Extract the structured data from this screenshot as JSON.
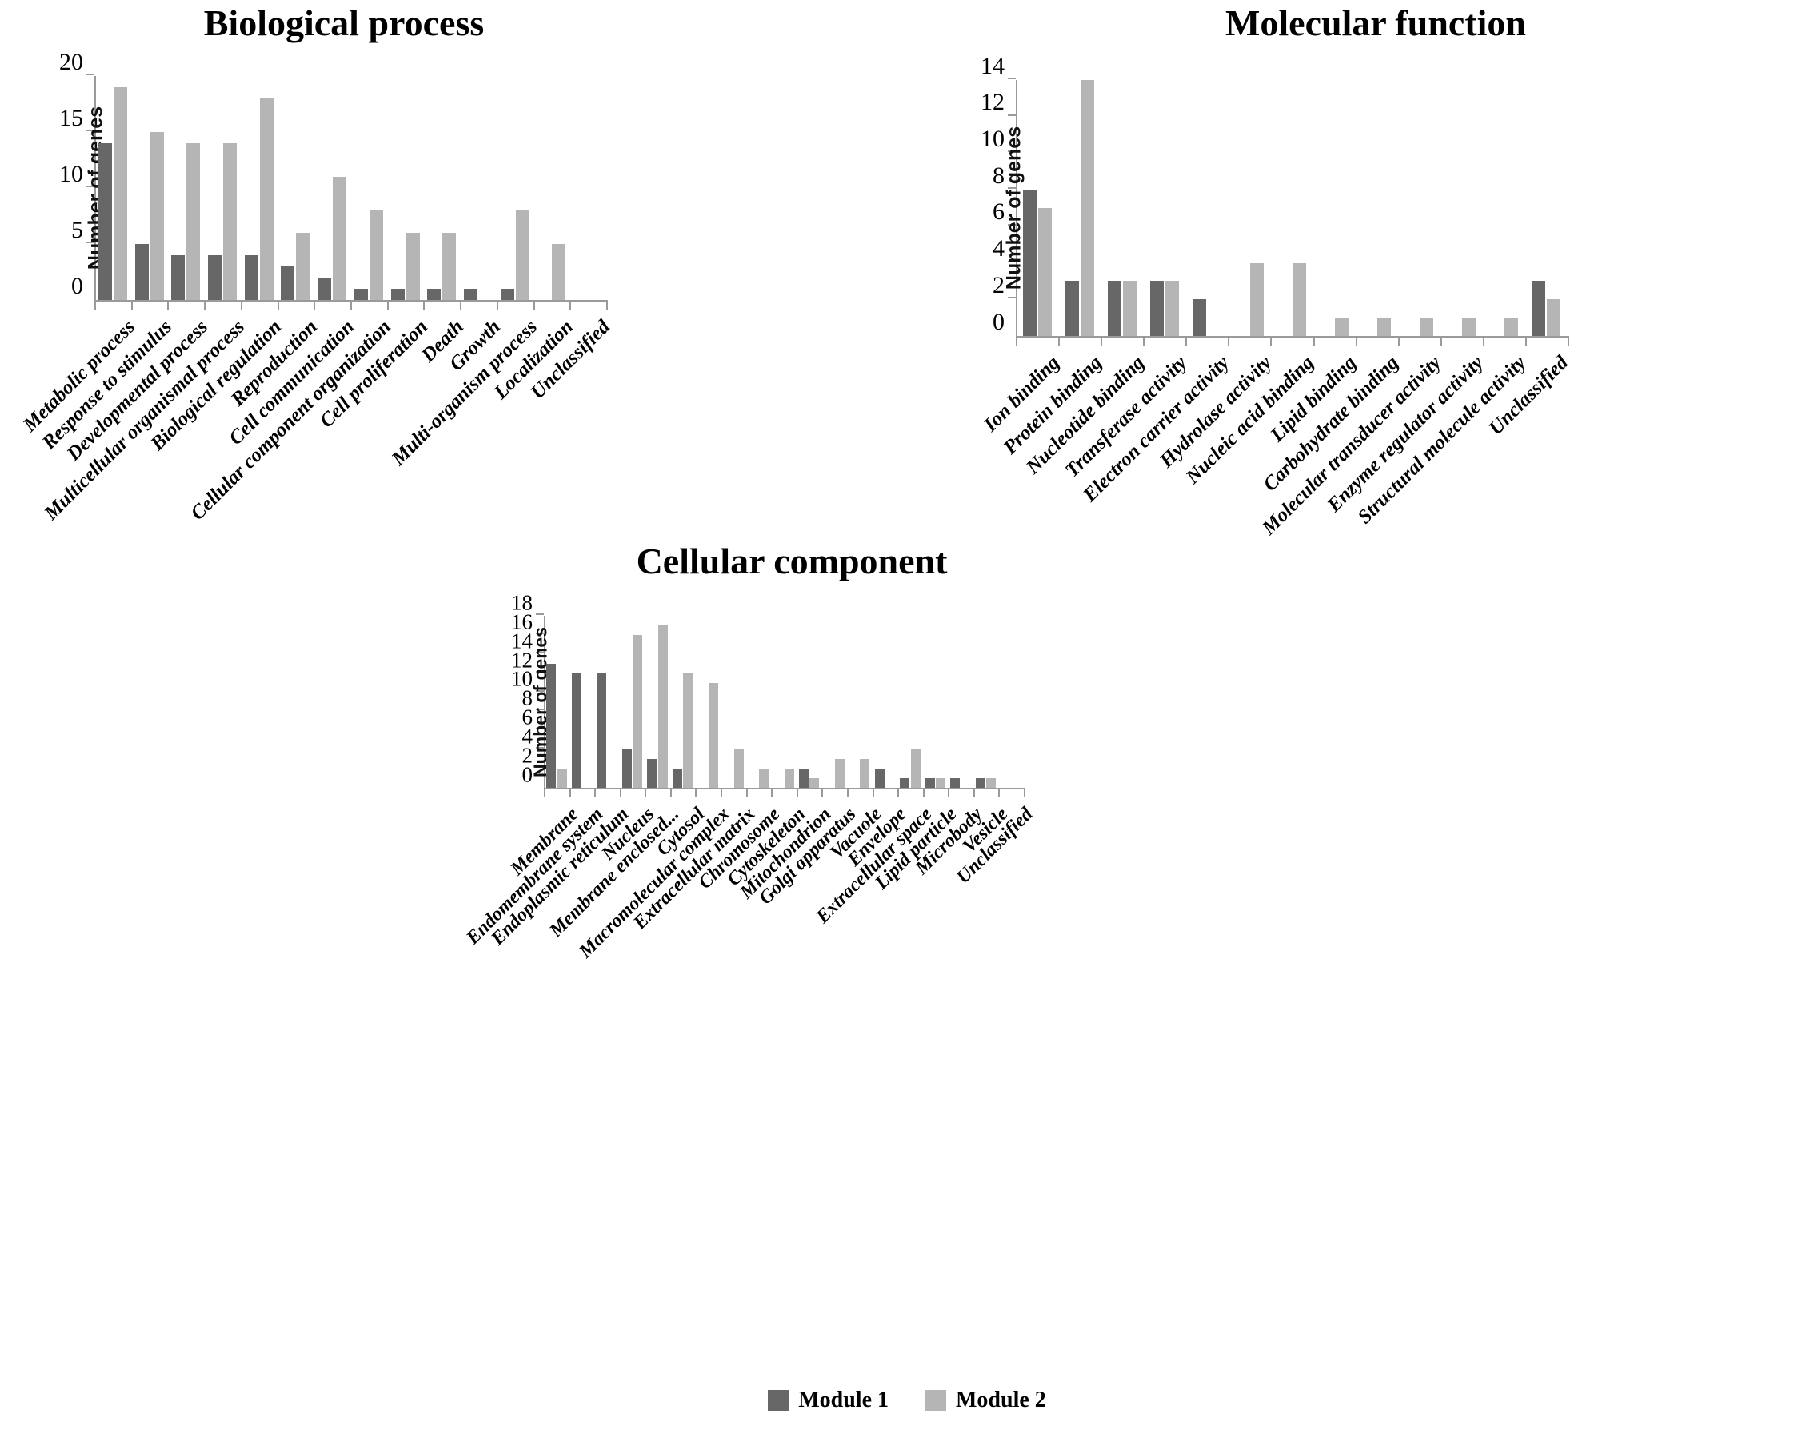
{
  "figure": {
    "legend": {
      "items": [
        {
          "label": "Module 1",
          "color": "#676767"
        },
        {
          "label": "Module 2",
          "color": "#b5b5b5"
        }
      ]
    }
  },
  "chart_data": [
    {
      "type": "bar",
      "title": "Biological process",
      "xlabel": "",
      "ylabel": "Number of genes",
      "ylim": [
        0,
        20
      ],
      "yticks": [
        0,
        5,
        10,
        15,
        20
      ],
      "grid": false,
      "legend_position": "bottom-figure",
      "categories": [
        "Metabolic process",
        "Response to stimulus",
        "Developmental process",
        "Multicellular organismal process",
        "Biological regulation",
        "Reproduction",
        "Cell communication",
        "Cellular component organization",
        "Cell proliferation",
        "Death",
        "Growth",
        "Multi-organism process",
        "Localization",
        "Unclassified"
      ],
      "series": [
        {
          "name": "Module 1",
          "color": "#676767",
          "values": [
            14,
            5,
            4,
            4,
            4,
            3,
            2,
            1,
            1,
            1,
            1,
            1,
            0,
            0
          ]
        },
        {
          "name": "Module 2",
          "color": "#b5b5b5",
          "values": [
            19,
            15,
            14,
            14,
            18,
            6,
            11,
            8,
            6,
            6,
            0,
            8,
            5,
            0
          ]
        }
      ]
    },
    {
      "type": "bar",
      "title": "Molecular function",
      "xlabel": "",
      "ylabel": "Number of genes",
      "ylim": [
        0,
        14
      ],
      "yticks": [
        0,
        2,
        4,
        6,
        8,
        10,
        12,
        14
      ],
      "grid": false,
      "legend_position": "bottom-figure",
      "categories": [
        "Ion binding",
        "Protein binding",
        "Nucleotide binding",
        "Transferase activity",
        "Electron carrier activity",
        "Hydrolase activity",
        "Nucleic acid binding",
        "Lipid binding",
        "Carbohydrate binding",
        "Molecular transducer activity",
        "Enzyme regulator activity",
        "Structural molecule activity",
        "Unclassified"
      ],
      "series": [
        {
          "name": "Module 1",
          "color": "#676767",
          "values": [
            8,
            3,
            3,
            3,
            2,
            0,
            0,
            0,
            0,
            0,
            0,
            0,
            3
          ]
        },
        {
          "name": "Module 2",
          "color": "#b5b5b5",
          "values": [
            7,
            14,
            3,
            3,
            0,
            4,
            4,
            1,
            1,
            1,
            1,
            1,
            2
          ]
        }
      ]
    },
    {
      "type": "bar",
      "title": "Cellular component",
      "xlabel": "",
      "ylabel": "Number of genes",
      "ylim": [
        0,
        18
      ],
      "yticks": [
        0,
        2,
        4,
        6,
        8,
        10,
        12,
        14,
        16,
        18
      ],
      "grid": false,
      "legend_position": "bottom-figure",
      "categories": [
        "Membrane",
        "Endomembrane system",
        "Endoplasmic reticulum",
        "Nucleus",
        "Membrane enclosed...",
        "Cytosol",
        "Macromolecular complex",
        "Extracellular matrix",
        "Chromosome",
        "Cytoskeleton",
        "Mitochondrion",
        "Golgi apparatus",
        "Vacuole",
        "Envelope",
        "Extracellular space",
        "Lipid particle",
        "Microbody",
        "Vesicle",
        "Unclassified"
      ],
      "series": [
        {
          "name": "Module 1",
          "color": "#676767",
          "values": [
            13,
            12,
            12,
            4,
            3,
            2,
            0,
            0,
            0,
            0,
            2,
            0,
            0,
            2,
            1,
            1,
            1,
            1,
            0
          ]
        },
        {
          "name": "Module 2",
          "color": "#b5b5b5",
          "values": [
            2,
            0,
            0,
            16,
            17,
            12,
            11,
            4,
            2,
            2,
            1,
            3,
            3,
            0,
            4,
            1,
            0,
            1,
            0
          ]
        }
      ]
    }
  ]
}
